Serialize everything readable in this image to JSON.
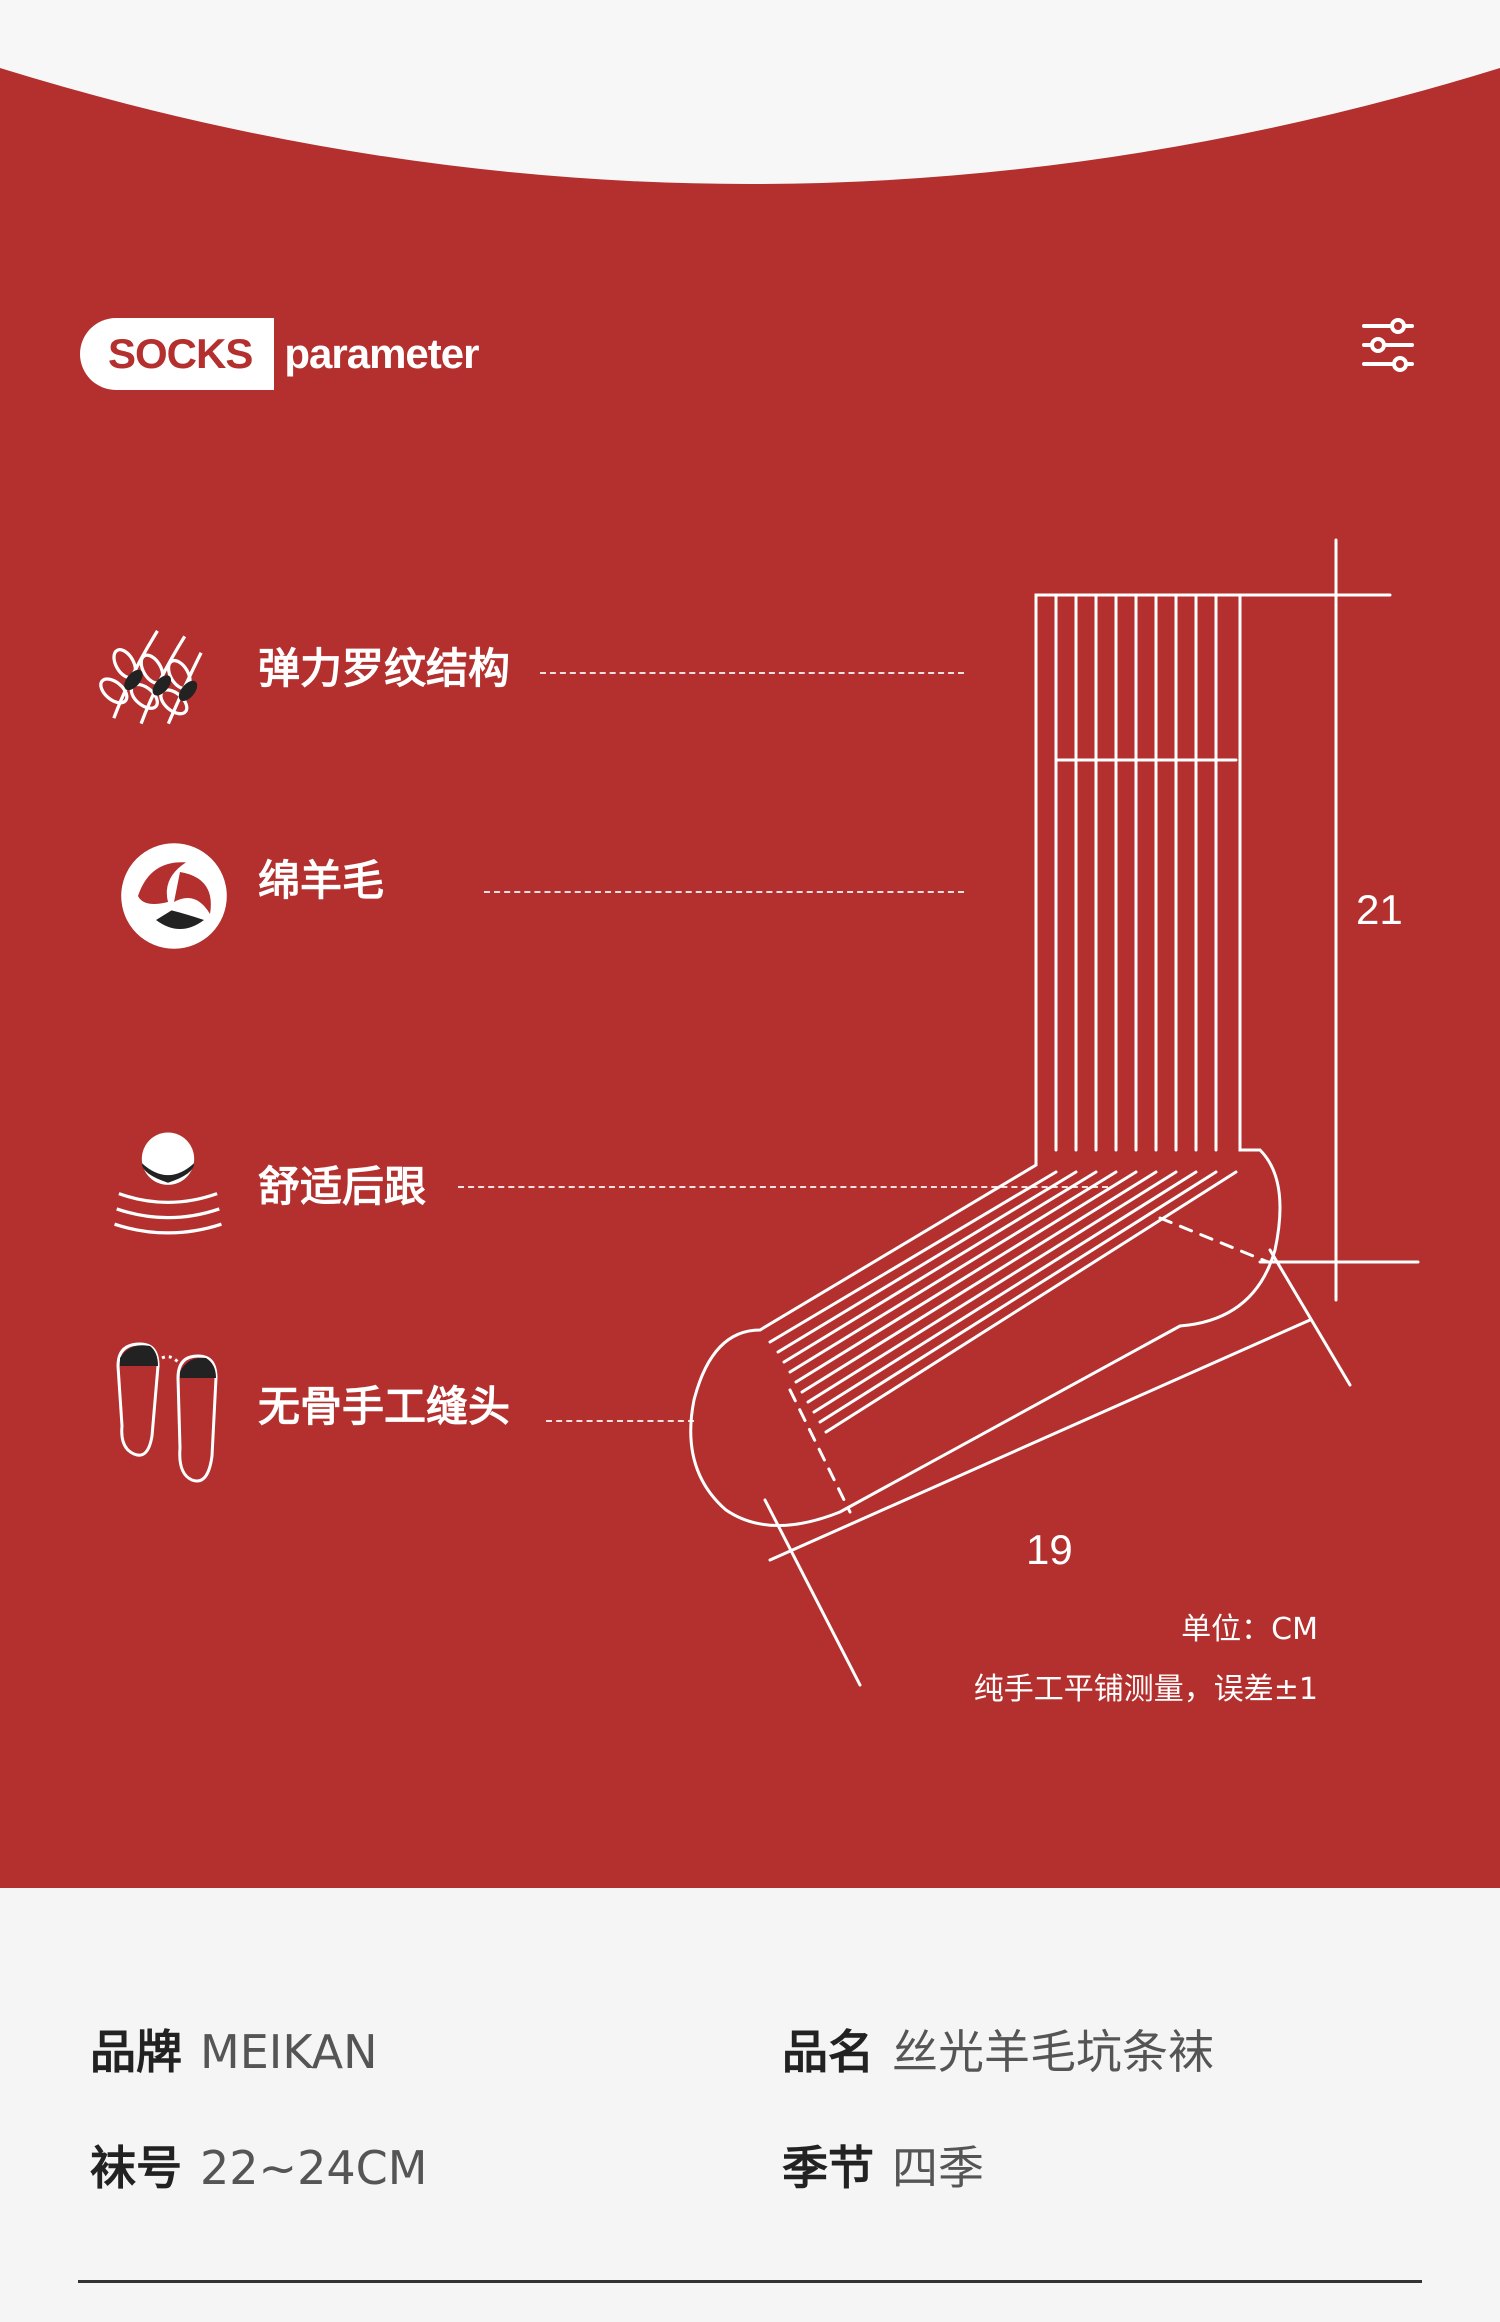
{
  "header": {
    "badge_pill": "SOCKS",
    "badge_text": "parameter",
    "filter_icon": "sliders-icon"
  },
  "features": [
    {
      "label": "弹力罗纹结构",
      "icon": "wheat-icon"
    },
    {
      "label": "绵羊毛",
      "icon": "wool-icon"
    },
    {
      "label": "舒适后跟",
      "icon": "heel-icon"
    },
    {
      "label": "无骨手工缝头",
      "icon": "toe-seam-icon"
    }
  ],
  "dimensions": {
    "height": "21",
    "length": "19",
    "unit_note": "单位：CM",
    "measure_note": "纯手工平铺测量，误差±1"
  },
  "info": [
    {
      "key": "品牌",
      "value": "MEIKAN"
    },
    {
      "key": "品名",
      "value": "丝光羊毛坑条袜"
    },
    {
      "key": "袜号",
      "value": "22~24CM"
    },
    {
      "key": "季节",
      "value": "四季"
    }
  ],
  "colors": {
    "brand_red": "#b3302e",
    "white": "#ffffff",
    "footer_bg": "#f5f5f5"
  }
}
